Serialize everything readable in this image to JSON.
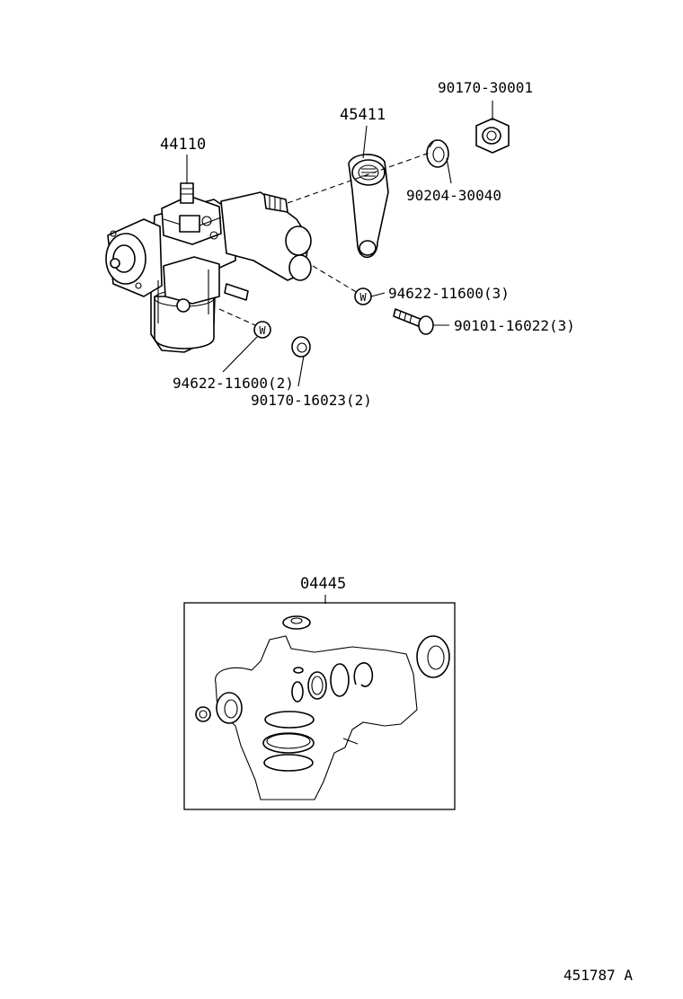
{
  "labels": {
    "gear_housing": "44110",
    "pitman_arm": "45411",
    "nut_top": "90170-30001",
    "lock_washer": "90204-30040",
    "washer_right": "94622-11600(3)",
    "bolt": "90101-16022(3)",
    "washer_left": "94622-11600(2)",
    "nut_left": "90170-16023(2)",
    "gasket_kit": "04445",
    "footer_code": "451787 A"
  },
  "symbols": {
    "washer_mark": "W"
  }
}
